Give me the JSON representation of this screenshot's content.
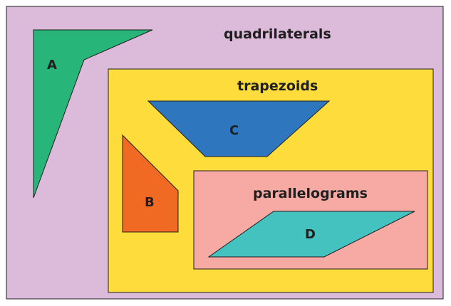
{
  "colors": {
    "quadrilaterals_fill": "#dbbbd9",
    "trapezoids_fill": "#fedc3b",
    "parallelograms_fill": "#f7aaa4",
    "shape_a_fill": "#27b57a",
    "shape_b_fill": "#f06a23",
    "shape_c_fill": "#2e76be",
    "shape_d_fill": "#43c2bf",
    "outline": "#1f1f1f"
  },
  "regions": {
    "quadrilaterals": {
      "label": "quadrilaterals"
    },
    "trapezoids": {
      "label": "trapezoids"
    },
    "parallelograms": {
      "label": "parallelograms"
    }
  },
  "shapes": {
    "a": {
      "label": "A",
      "kind": "kite-concave"
    },
    "b": {
      "label": "B",
      "kind": "right-trapezoid"
    },
    "c": {
      "label": "C",
      "kind": "isosceles-trapezoid"
    },
    "d": {
      "label": "D",
      "kind": "parallelogram"
    }
  }
}
